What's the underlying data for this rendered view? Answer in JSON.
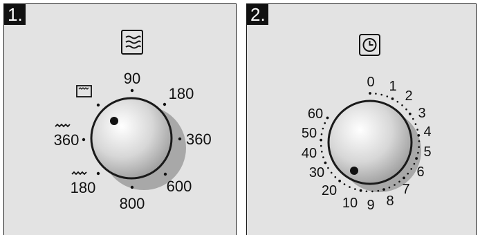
{
  "panels": [
    {
      "step": "1.",
      "symbol": "microwave-waves-icon",
      "labels": [
        "90",
        "180",
        "360",
        "600",
        "800",
        "180",
        "360"
      ],
      "grill_symbols": [
        "top-heat-icon",
        "grill-icon",
        "grill-icon"
      ]
    },
    {
      "step": "2.",
      "symbol": "clock-icon",
      "labels": [
        "0",
        "1",
        "2",
        "3",
        "4",
        "5",
        "6",
        "7",
        "8",
        "9",
        "10",
        "20",
        "30",
        "40",
        "50",
        "60"
      ]
    }
  ]
}
